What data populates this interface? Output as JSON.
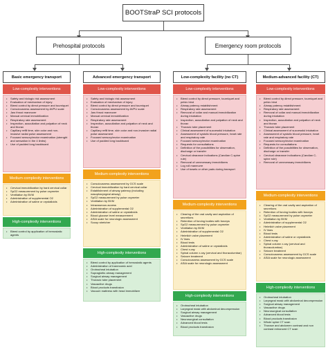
{
  "title": "BOOTStraP SCI protocols",
  "branches": [
    "Prehospital protocols",
    "Emergency room protocols"
  ],
  "columns": [
    {
      "title": "Basic emergency transport",
      "sections": [
        {
          "level": "low",
          "label": "Low-complexity interventions",
          "items": [
            "Safety and biologic risk assessment",
            "Evaluation of mechanism of injury",
            "Bleed control by direct pressure and tourniquet",
            "Consciousness assessment by AVPU scale",
            "Jaw thrust maneuver",
            "Manual cervical immobilization",
            "Respiratory rate assessment",
            "Inspection, auscultation and palpation of neck and thorax",
            "Capillary refill time, skin color and non-invasive radial pulse assessment",
            "Focused sensory/motor examination (strenght and sensation in the 4 limbs)",
            "Use of padded long backboard"
          ]
        },
        {
          "level": "med",
          "label": "Medium-complexity interventions",
          "items": [
            "Cervical immobilization by hard cervical collar",
            "SpO2 measurement by pulse oxymeter",
            "Ventilation by BVM",
            "Administration of supplemental O2",
            "Administration of saline or crystalloids"
          ]
        },
        {
          "level": "high",
          "label": "High-complexity interventions",
          "items": [
            "Bleed control by application of hemostatic agents"
          ]
        }
      ]
    },
    {
      "title": "Advanced emergency transport",
      "sections": [
        {
          "level": "low",
          "label": "Low-complexity interventions",
          "items": [
            "Safety and biologic risk assessment",
            "Evaluation of mechanism of injury",
            "Bleed control by direct pressure and tourniquet",
            "Consciousness assessment by AVPU scale",
            "Jaw thrust maneuver",
            "Manual cervical immobilization",
            "Respiratory rate assessment",
            "Inspection, auscultation and palpation of neck and thorax",
            "Capillary refill time, skin color and non-invasive radial pulse assessment",
            "Focused sensory/motor examination",
            "Use of padded long backboard"
          ]
        },
        {
          "level": "med",
          "label": "Medium-complexity interventions",
          "items": [
            "Consciousness assessment by GCS scale",
            "Cervical immobilization by hard cervical collar",
            "Establishment of airway patency (including nasopharyngeal airway)",
            "SpO2 measurement by pulse oxymeter",
            "Ventilation by BVM",
            "Intraosseous access",
            "Administration of supplemental O2",
            "Administration of saline or crystalloids",
            "Blood glucose level measurement",
            "ASIA scale for neurologic assessment",
            "Scoop stretcher"
          ]
        },
        {
          "level": "high",
          "label": "High-complexity interventions",
          "items": [
            "Bleed control by application of hemostatic agents",
            "Administration of tranexamic acid",
            "Orotracheal intubation",
            "Supraglottic airway management",
            "Surgical airway management",
            "Thoracic tube placement",
            "Vasoactive drugs",
            "Blood products transfusion",
            "Vacuum mattress with head immobilizer"
          ]
        }
      ]
    },
    {
      "title": "Low-complexity facility (no CT)",
      "sections": [
        {
          "level": "low",
          "label": "Low-complexity interventions",
          "items": [
            "Bleed control by direct pressure, tourniquet and pelvic bind",
            "Airway patency establishment",
            "Respiratory rate assessment",
            "Removal of collar and manual immobilization during intubation",
            "Inspection, auscultation and palpation of neck and thorax",
            "Thoracic tube placement",
            "Clinical assessment of successful intubation",
            "Assessment of systolic blood pressure, heart rate and respiratory rate",
            "Focused sensory/motor examination",
            "Requests for consultations",
            "Definition of the possibilities for observation, discharge or transfer",
            "Cervical clearance indications (Candian C-spine rule)",
            "Removal of unnecessary immobilizers",
            "Log roll maneuvre",
            "Use of towels or other pads during transport"
          ]
        },
        {
          "level": "med",
          "label": "Medium-complexity interventions",
          "items": [
            "Clearing of the oral cavity and aspiration of secretions",
            "Retention of forcing bodies with forceps",
            "SpO2 measurement by pulse oxymeter",
            "Ventilation by BVM",
            "Administration of supplemental O2",
            "Heimlich valve placement",
            "IV lines",
            "Blood tests",
            "Administration of saline or crystalloids",
            "Chest x-ray",
            "Spinal column x-ray (cervical and thoracolumbar)",
            "Seizure treatment",
            "Consciousness assessment by GCS scale",
            "ASIA scale for neurologic assessment"
          ]
        },
        {
          "level": "high",
          "label": "High-complexity interventions",
          "items": [
            "Orotracheal intubation",
            "Laryngeal mask with abdominal decompression",
            "Surgical airway management",
            "Vasoactive drugs",
            "Neurosurgical consultation",
            "Advanced blood tests",
            "Blood products transfusion"
          ]
        }
      ]
    },
    {
      "title": "Medium-advanced facility (CT)",
      "sections": [
        {
          "level": "low",
          "label": "Low-complexity interventions",
          "items": [
            "Bleed control by direct pressure, tourniquet and pelvic bind",
            "Airway patency establishment",
            "Respiratory rate assessment",
            "Removal of collar and manual immobilization during intubation",
            "Inspection, auscultation and palpation of neck and thorax",
            "Thoracic tube placement",
            "Clinical assessment of successful intubation",
            "Assessment of systolic blood pressure, heart rate and respiratory rate",
            "Focused sensory/motor examination",
            "Requests for consultations",
            "Definition of the possibilities for observation, discharge or transfer",
            "Cervical clearance indications (Candian C-spine rule)",
            "Removal of unnecessary immobilizers"
          ]
        },
        {
          "level": "med",
          "label": "Medium-complexity interventions",
          "items": [
            "Clearing of the oral cavity and aspiration of secretions",
            "Retention of forcing bodies with forceps",
            "SpO2 measurement by pulse oxymeter",
            "Ventilation by BVM",
            "Administration of supplemental O2",
            "Heimlich valve placement",
            "IV lines",
            "Blood tests",
            "Administration of saline or crystalloids",
            "Chest x-ray",
            "Spinal column x-ray (cervical and thoracolumbar)",
            "Seizure treatment",
            "Consciousness assessment by GCS scale",
            "ASIA scale for neurologic assessment"
          ]
        },
        {
          "level": "high",
          "label": "High-complexity interventions",
          "items": [
            "Orotracheal intubation",
            "Laryngeal mask with abdominal decompression",
            "Surgical airway management",
            "Vasoactive drugs",
            "Neurosurgical consultation",
            "Advanced blood tests",
            "Blood products transfusion",
            "Whole spine CT scan",
            "Thorace and abdomen contrast and non contrast enhanced CT scan"
          ]
        }
      ]
    }
  ]
}
